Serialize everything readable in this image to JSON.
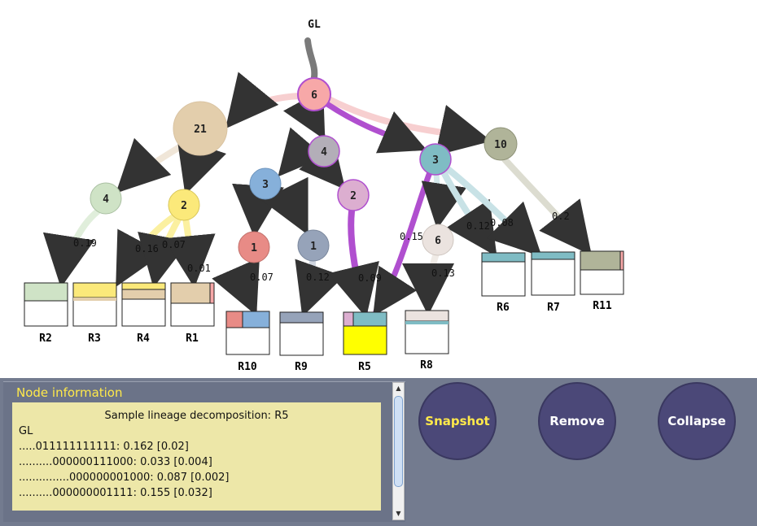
{
  "tree": {
    "root_label": "GL",
    "nodes": [
      {
        "id": "n6",
        "label": "6"
      },
      {
        "id": "n21",
        "label": "21"
      },
      {
        "id": "n4a",
        "label": "4"
      },
      {
        "id": "n10",
        "label": "10"
      },
      {
        "id": "n4b",
        "label": "4"
      },
      {
        "id": "n2a",
        "label": "2"
      },
      {
        "id": "n3a",
        "label": "3"
      },
      {
        "id": "n2b",
        "label": "2"
      },
      {
        "id": "n3b",
        "label": "3"
      },
      {
        "id": "n1a",
        "label": "1"
      },
      {
        "id": "n1b",
        "label": "1"
      },
      {
        "id": "n6b",
        "label": "6"
      }
    ],
    "edge_labels": [
      "0.19",
      "0.16",
      "0.07",
      "0.01",
      "0.07",
      "0.12",
      "0.09",
      "0.15",
      "0.13",
      "0.12",
      "0.08",
      "0.2"
    ],
    "samples": [
      "R2",
      "R3",
      "R4",
      "R1",
      "R10",
      "R9",
      "R5",
      "R8",
      "R6",
      "R7",
      "R11"
    ]
  },
  "info": {
    "title": "Node information",
    "heading": "Sample lineage decomposition: R5",
    "lines": [
      "GL",
      ".....011111111111: 0.162 [0.02]",
      "..........000000111000: 0.033 [0.004]",
      "...............000000001000: 0.087 [0.002]",
      "..........000000001111: 0.155 [0.032]"
    ]
  },
  "buttons": {
    "snapshot": "Snapshot",
    "remove": "Remove",
    "collapse": "Collapse"
  },
  "colors": {
    "highlight": "#b04fcf",
    "panel": "#737b8f",
    "button": "#4b4878",
    "info_bg": "#ede7a8",
    "title": "#ffe94a"
  }
}
